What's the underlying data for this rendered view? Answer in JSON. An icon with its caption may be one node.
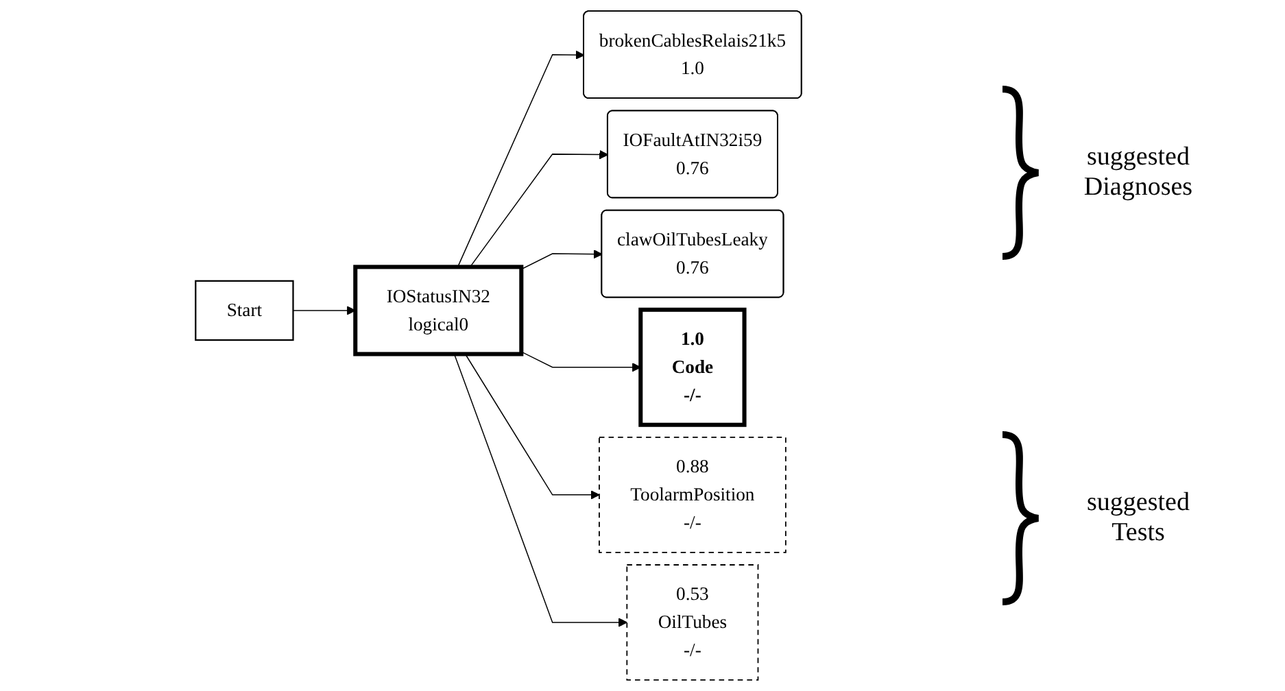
{
  "diagram": {
    "nodes": [
      {
        "text": [
          "Start"
        ]
      },
      {
        "text": [
          "IOStatusIN32",
          "logical0"
        ]
      },
      {
        "text": [
          "brokenCablesRelais21k5",
          "1.0"
        ]
      },
      {
        "text": [
          "IOFaultAtIN32i59",
          "0.76"
        ]
      },
      {
        "text": [
          "clawOilTubesLeaky",
          "0.76"
        ]
      },
      {
        "text": [
          "1.0",
          "Code",
          "-/-"
        ]
      },
      {
        "text": [
          "0.88",
          "ToolarmPosition",
          "-/-"
        ]
      },
      {
        "text": [
          "0.53",
          "OilTubes",
          "-/-"
        ]
      }
    ],
    "edges": [
      {
        "from": 0,
        "to": 1,
        "arrow": "to"
      },
      {
        "from": 1,
        "to": 2,
        "arrow": "to"
      },
      {
        "from": 1,
        "to": 3,
        "arrow": "to"
      },
      {
        "from": 1,
        "to": 4,
        "arrow": "to"
      },
      {
        "from": 1,
        "to": 5,
        "arrow": "to"
      },
      {
        "from": 1,
        "to": 6,
        "arrow": "to"
      },
      {
        "from": 1,
        "to": 7,
        "arrow": "to"
      }
    ],
    "labels": [
      "suggested Diagnoses",
      "suggested Tests"
    ]
  }
}
